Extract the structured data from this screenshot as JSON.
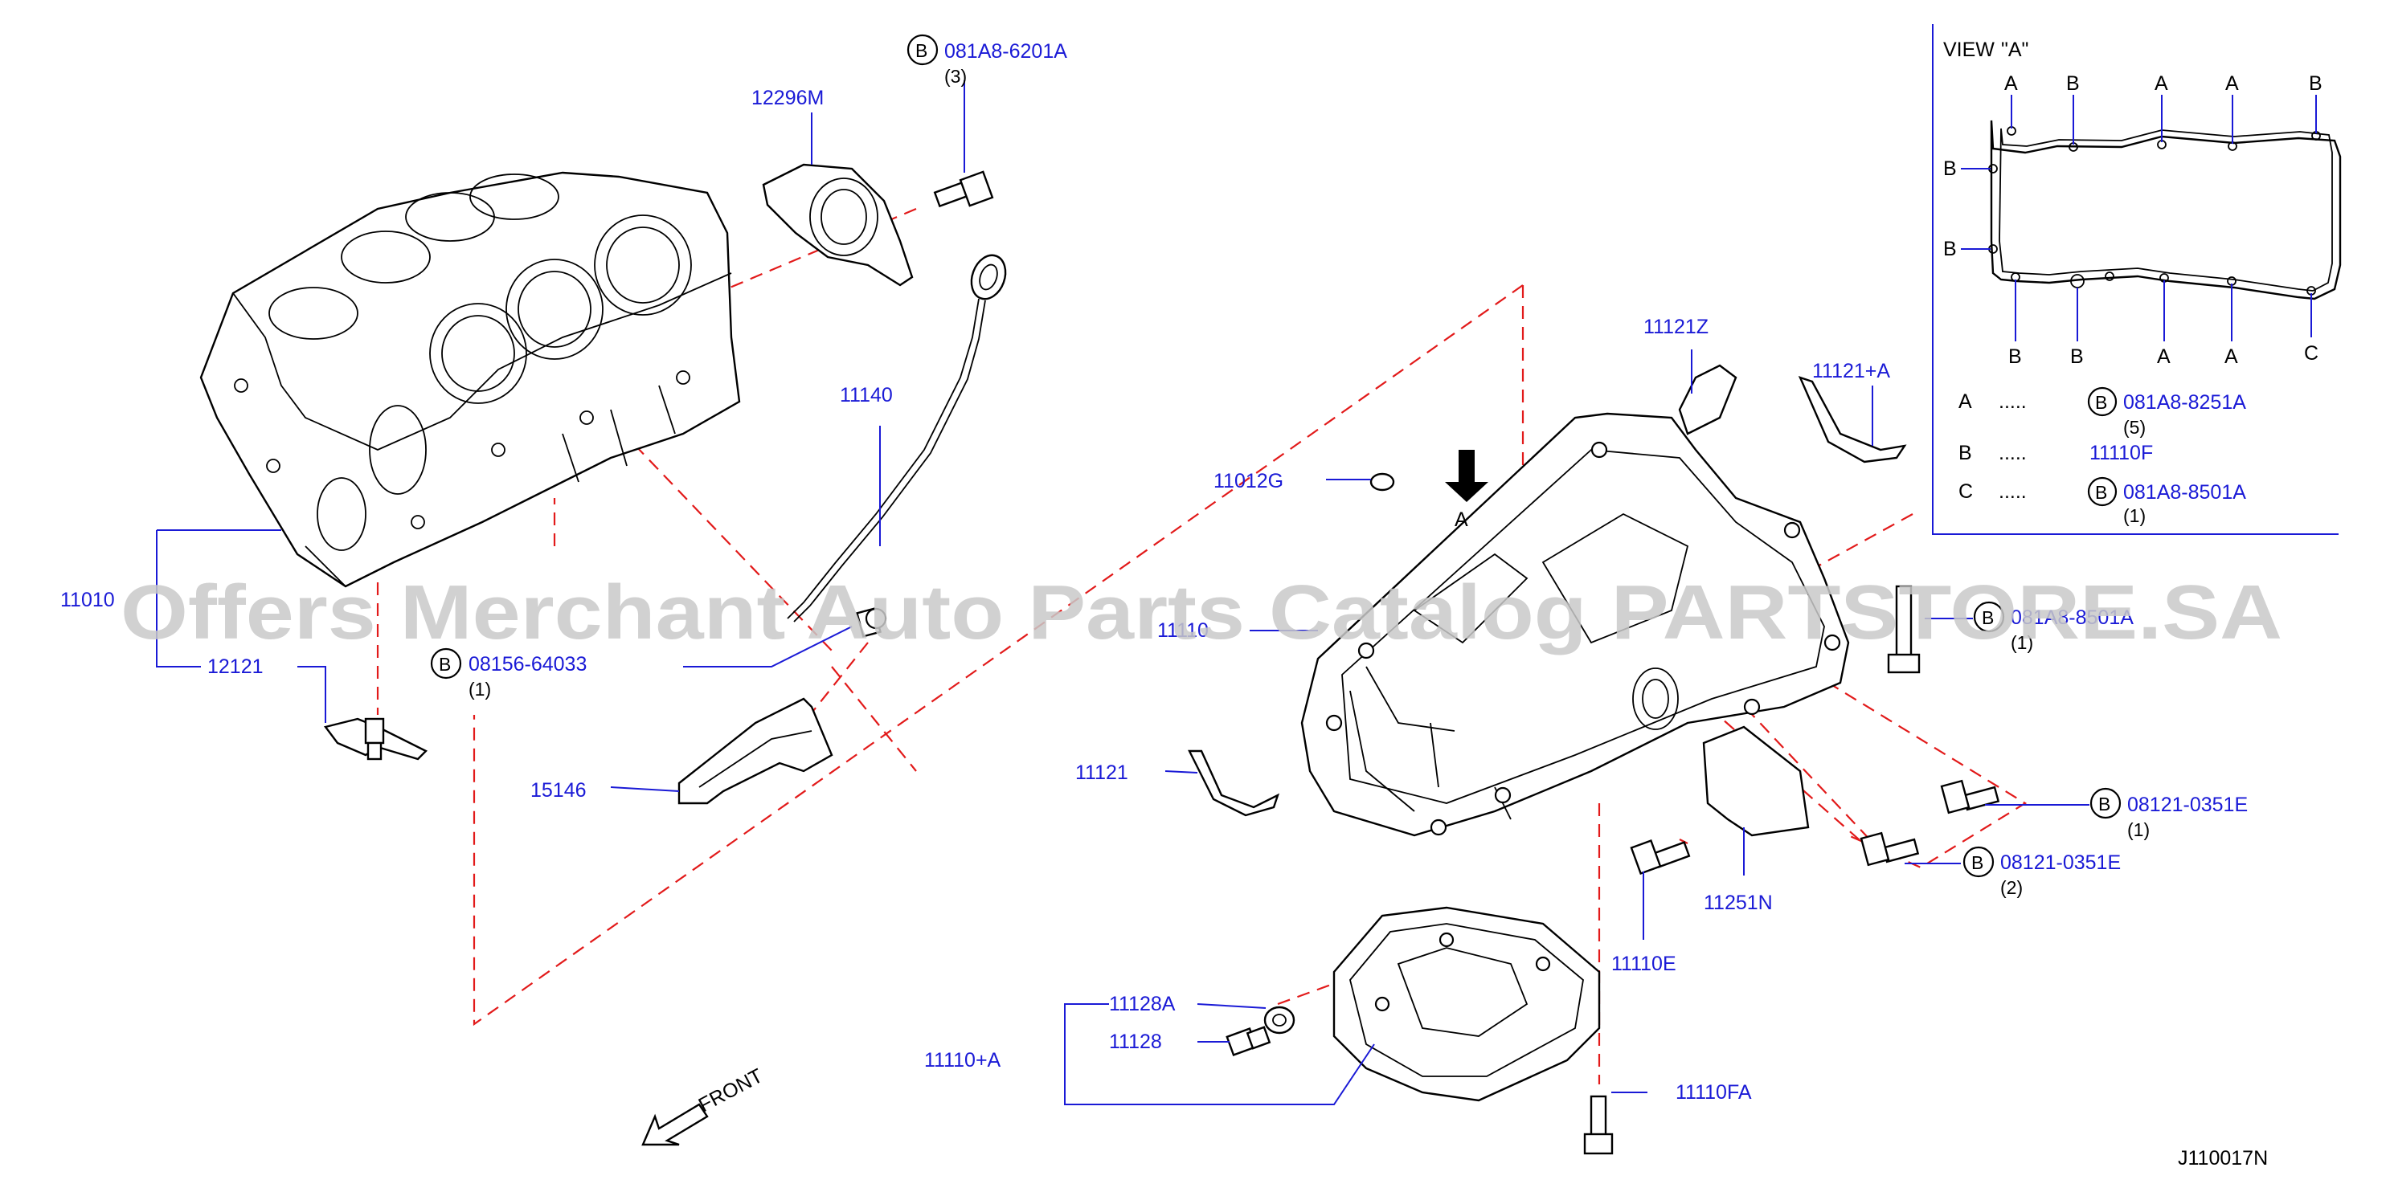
{
  "diagram": {
    "code": "J110017N",
    "watermark": "Offers Merchant Auto Parts Catalog PARTSTORE.SA",
    "front_label": "FRONT",
    "arrow_label": "A",
    "bolt_badge": "B"
  },
  "parts": {
    "p11010": "11010",
    "p12121": "12121",
    "p12296M": "12296M",
    "p11140": "11140",
    "p15146": "15146",
    "p11012G": "11012G",
    "p11110": "11110",
    "p11121Z": "11121Z",
    "p11121A": "11121+A",
    "p11121": "11121",
    "p11251N": "11251N",
    "p11110E": "11110E",
    "p11128A": "11128A",
    "p11128": "11128",
    "p11110A": "11110+A",
    "p11110FA": "11110FA"
  },
  "bolts": [
    {
      "code": "081A8-6201A",
      "qty": "(3)"
    },
    {
      "code": "08156-64033",
      "qty": "(1)"
    },
    {
      "code": "081A8-8501A",
      "qty": "(1)"
    },
    {
      "code": "08121-0351E",
      "qty": "(1)"
    },
    {
      "code": "08121-0351E",
      "qty": "(2)"
    }
  ],
  "view_a": {
    "title": "VIEW",
    "title_ref": "\"A\"",
    "top_letters": [
      "A",
      "B",
      "A",
      "A",
      "B"
    ],
    "left_letters": [
      "B",
      "B"
    ],
    "bottom_letters": [
      "B",
      "B",
      "A",
      "A",
      "C"
    ],
    "legend": [
      {
        "key": "A",
        "dots": ".....",
        "badge": "B",
        "part": "081A8-8251A",
        "qty": "(5)"
      },
      {
        "key": "B",
        "dots": ".....",
        "badge": "",
        "part": "11110F",
        "qty": ""
      },
      {
        "key": "C",
        "dots": ".....",
        "badge": "B",
        "part": "081A8-8501A",
        "qty": "(1)"
      }
    ]
  }
}
